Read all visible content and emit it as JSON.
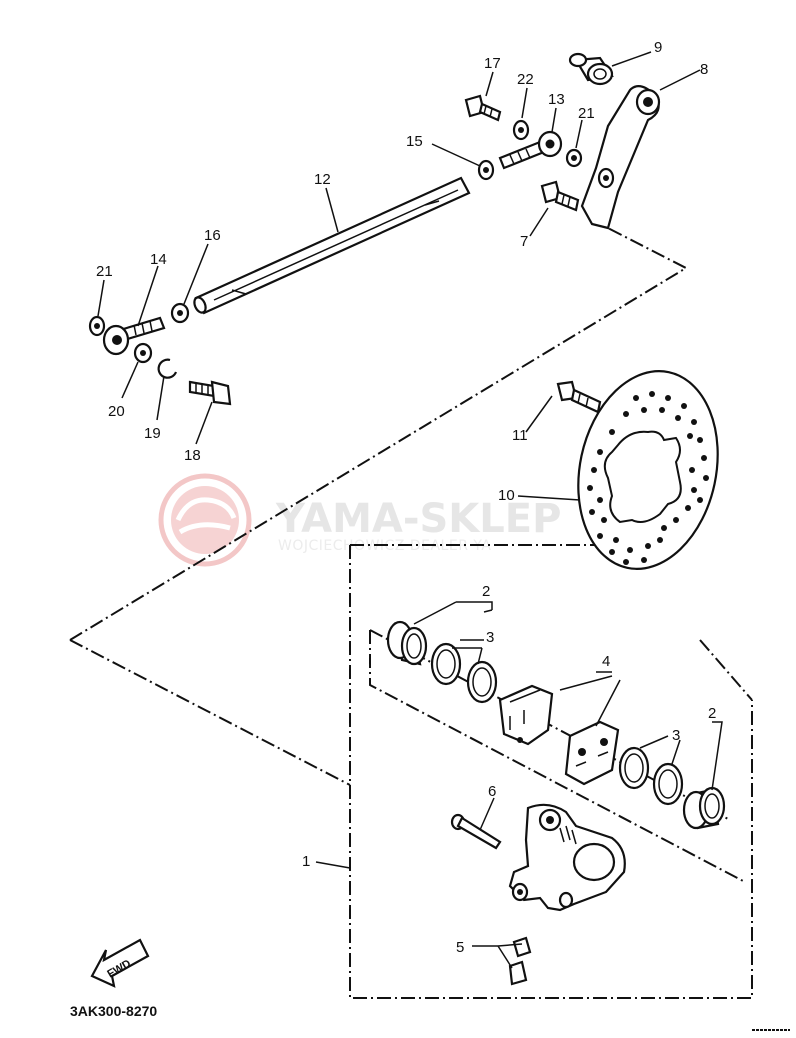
{
  "diagram": {
    "drawing_code": "3AK300-8270",
    "fwd_label": "FWD",
    "watermark": {
      "title": "YAMA-SKLEP",
      "subtitle": "WOJCIECHOWICZ DEALER YA"
    },
    "callouts": {
      "c1": "1",
      "c2a": "2",
      "c2b": "2",
      "c3a": "3",
      "c3b": "3",
      "c4": "4",
      "c5": "5",
      "c6": "6",
      "c7": "7",
      "c8": "8",
      "c9": "9",
      "c10": "10",
      "c11": "11",
      "c12": "12",
      "c13": "13",
      "c14": "14",
      "c15": "15",
      "c16": "16",
      "c17": "17",
      "c18": "18",
      "c19": "19",
      "c20": "20",
      "c21a": "21",
      "c21b": "21",
      "c22": "22"
    }
  }
}
